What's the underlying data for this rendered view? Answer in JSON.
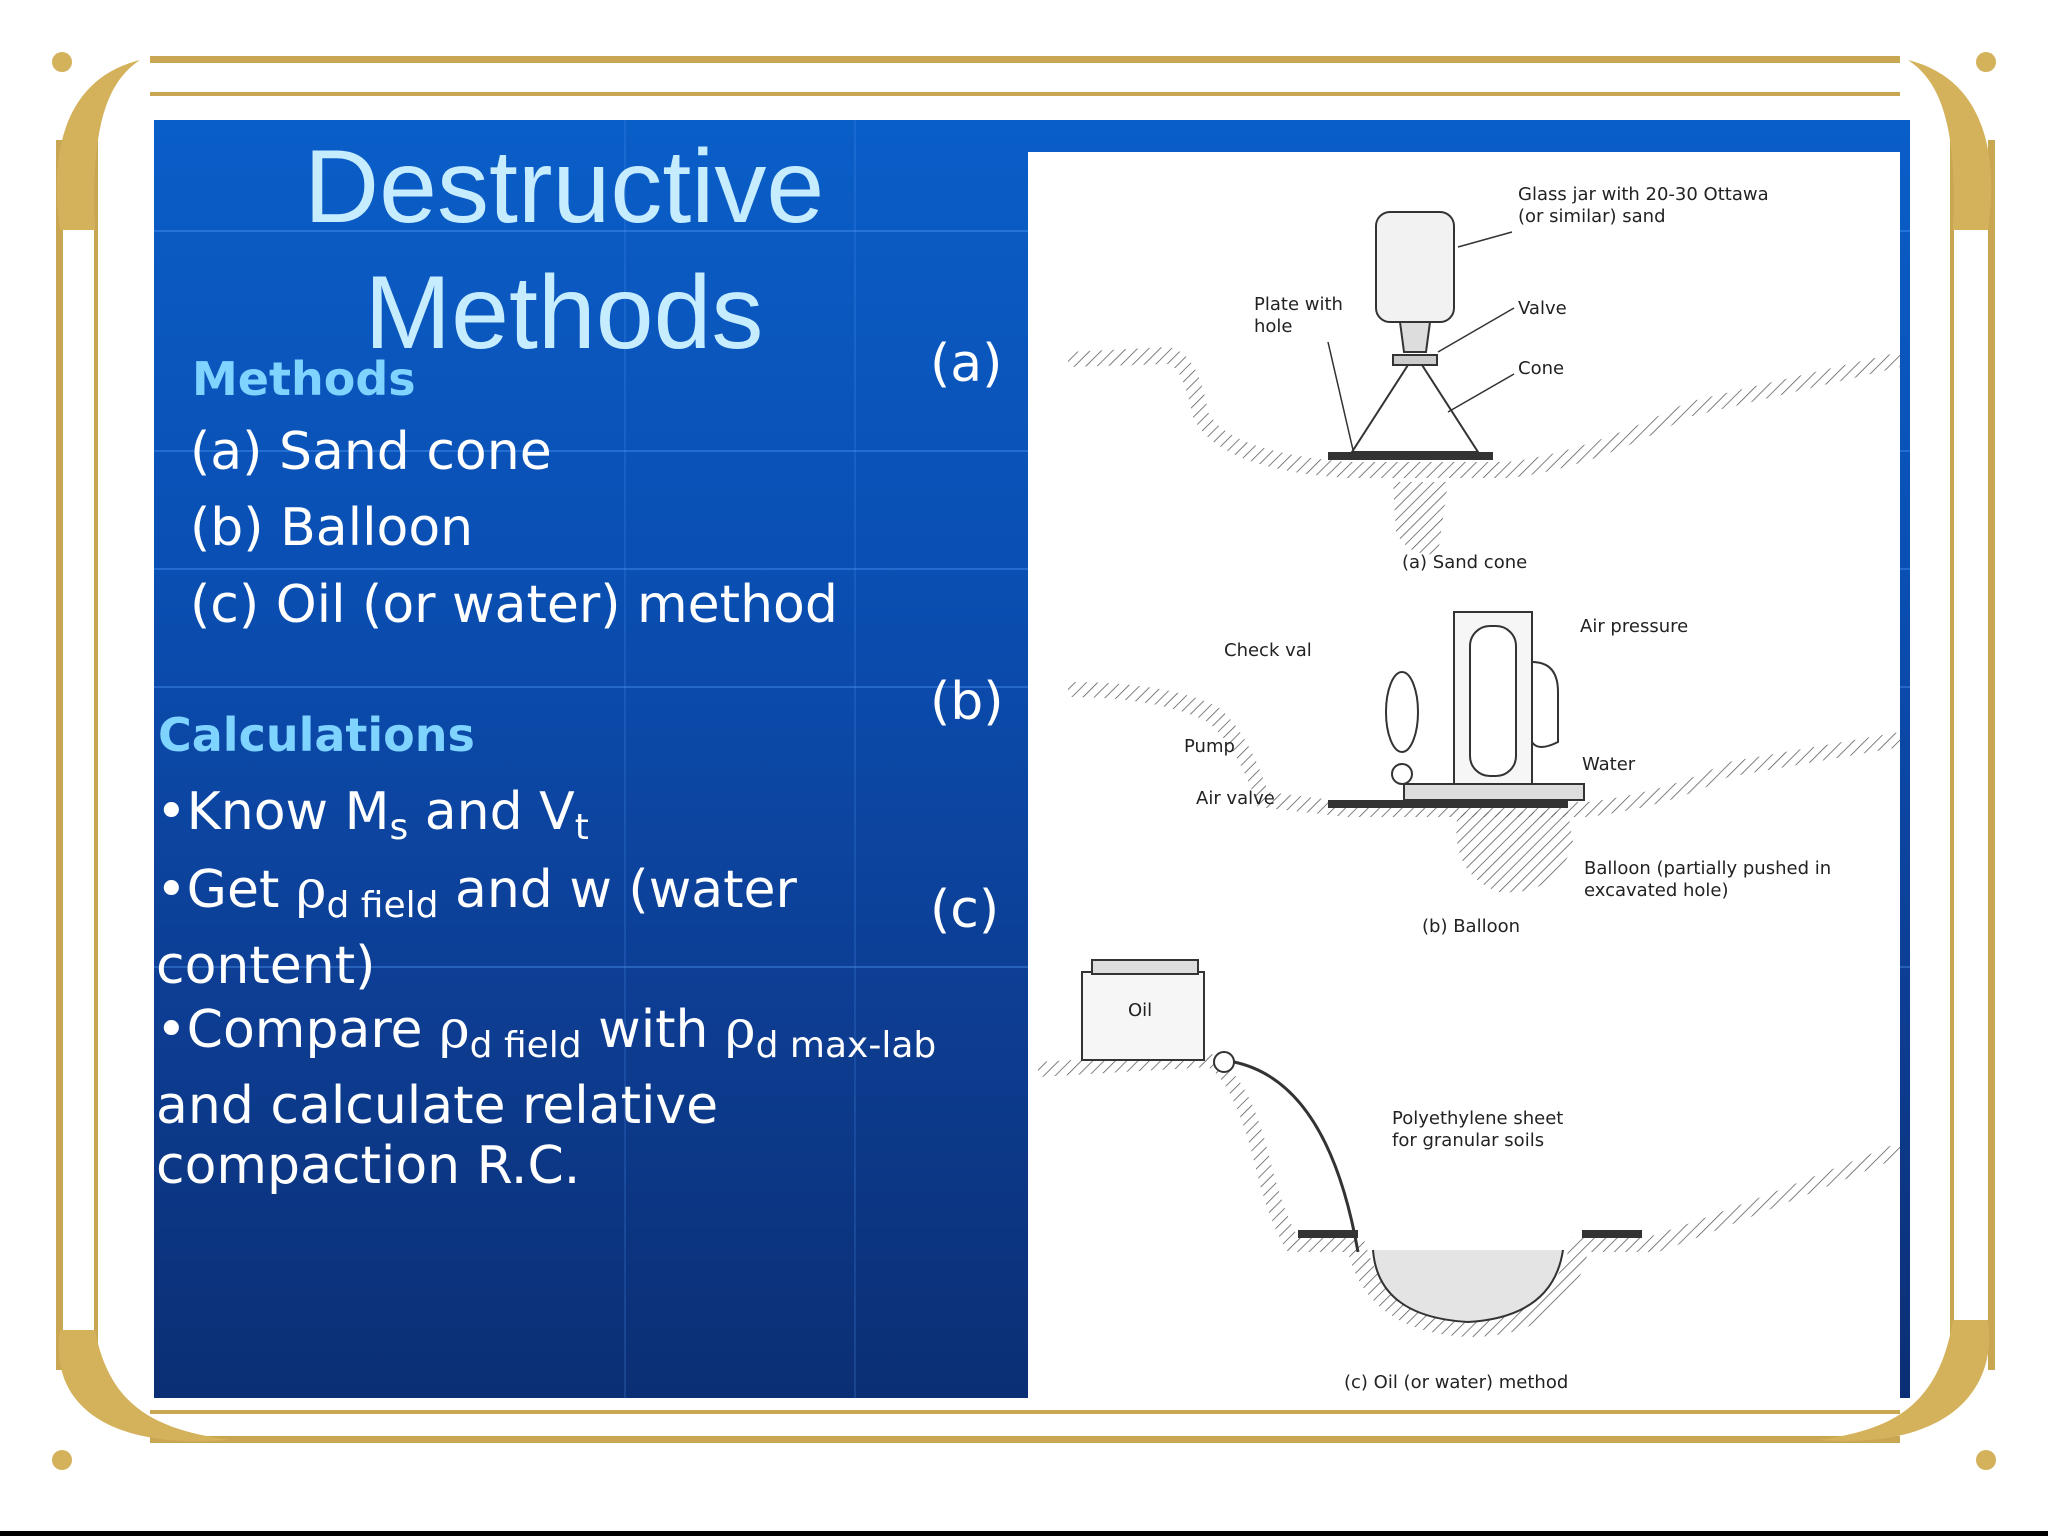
{
  "title": "Destructive Methods",
  "methods": {
    "heading": "Methods",
    "items": [
      "(a) Sand cone",
      "(b) Balloon",
      "(c) Oil (or water) method"
    ]
  },
  "calculations": {
    "heading": "Calculations",
    "know": {
      "prefix": "•Know M",
      "s_sub": "s",
      "middle": " and V",
      "t_sub": "t"
    },
    "get": {
      "prefix": "•Get ",
      "rho": "ρ",
      "sub": "d field",
      "suffix": " and w (water content)"
    },
    "compare": {
      "prefix": "•Compare ",
      "rho1": "ρ",
      "sub1": "d field",
      "middle": " with ",
      "rho2": "ρ",
      "sub2": "d max-lab",
      "suffix": " and calculate relative compaction R.C."
    }
  },
  "markers": [
    "(a)",
    "(b)",
    "(c)"
  ],
  "figure": {
    "a": {
      "jar_label_1": "Glass jar with 20-30 Ottawa",
      "jar_label_2": "(or similar) sand",
      "plate_1": "Plate with",
      "plate_2": "hole",
      "valve": "Valve",
      "cone": "Cone",
      "caption": "(a)  Sand cone"
    },
    "b": {
      "air_pressure": "Air pressure",
      "check_val": "Check val",
      "pump": "Pump",
      "water": "Water",
      "air_valve": "Air valve",
      "balloon_1": "Balloon (partially pushed in",
      "balloon_2": "excavated hole)",
      "caption": "(b)  Balloon"
    },
    "c": {
      "oil": "Oil",
      "poly_1": "Polyethylene sheet",
      "poly_2": "for granular soils",
      "caption": "(c)  Oil (or water) method"
    }
  }
}
